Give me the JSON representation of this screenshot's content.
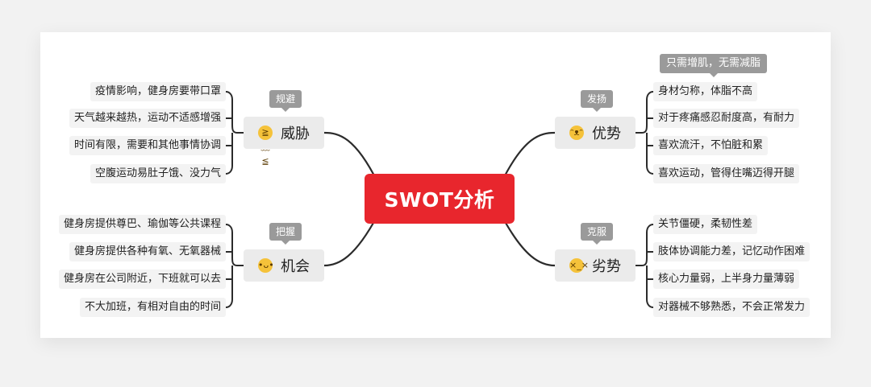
{
  "center": {
    "title": "SWOT分析"
  },
  "branches": {
    "threat": {
      "label": "威胁",
      "tag": "规避",
      "emoji": "≧﹏≦",
      "items": [
        "疫情影响，健身房要带口罩",
        "天气越来越热，运动不适感增强",
        "时间有限，需要和其他事情协调",
        "空腹运动易肚子饿、没力气"
      ]
    },
    "opportunity": {
      "label": "机会",
      "tag": "把握",
      "emoji": "•ᴗ•",
      "items": [
        "健身房提供尊巴、瑜伽等公共课程",
        "健身房提供各种有氧、无氧器械",
        "健身房在公司附近，下班就可以去",
        "不大加班，有相对自由的时间"
      ]
    },
    "strength": {
      "label": "优势",
      "tag": "发扬",
      "emoji": "ᵔᴥᵔ",
      "note": "只需增肌，无需减脂",
      "items": [
        "身材匀称，体脂不高",
        "对于疼痛感忍耐度高，有耐力",
        "喜欢流汗，不怕脏和累",
        "喜欢运动，管得住嘴迈得开腿"
      ]
    },
    "weakness": {
      "label": "劣势",
      "tag": "克服",
      "emoji": "×_×",
      "items": [
        "关节僵硬，柔韧性差",
        "肢体协调能力差，记忆动作困难",
        "核心力量弱，上半身力量薄弱",
        "对器械不够熟悉，不会正常发力"
      ]
    }
  },
  "colors": {
    "center": "#e8262d",
    "branch_bg": "#ebebeb",
    "tag_bg": "#9a9a9a",
    "line": "#2b2b2b"
  }
}
